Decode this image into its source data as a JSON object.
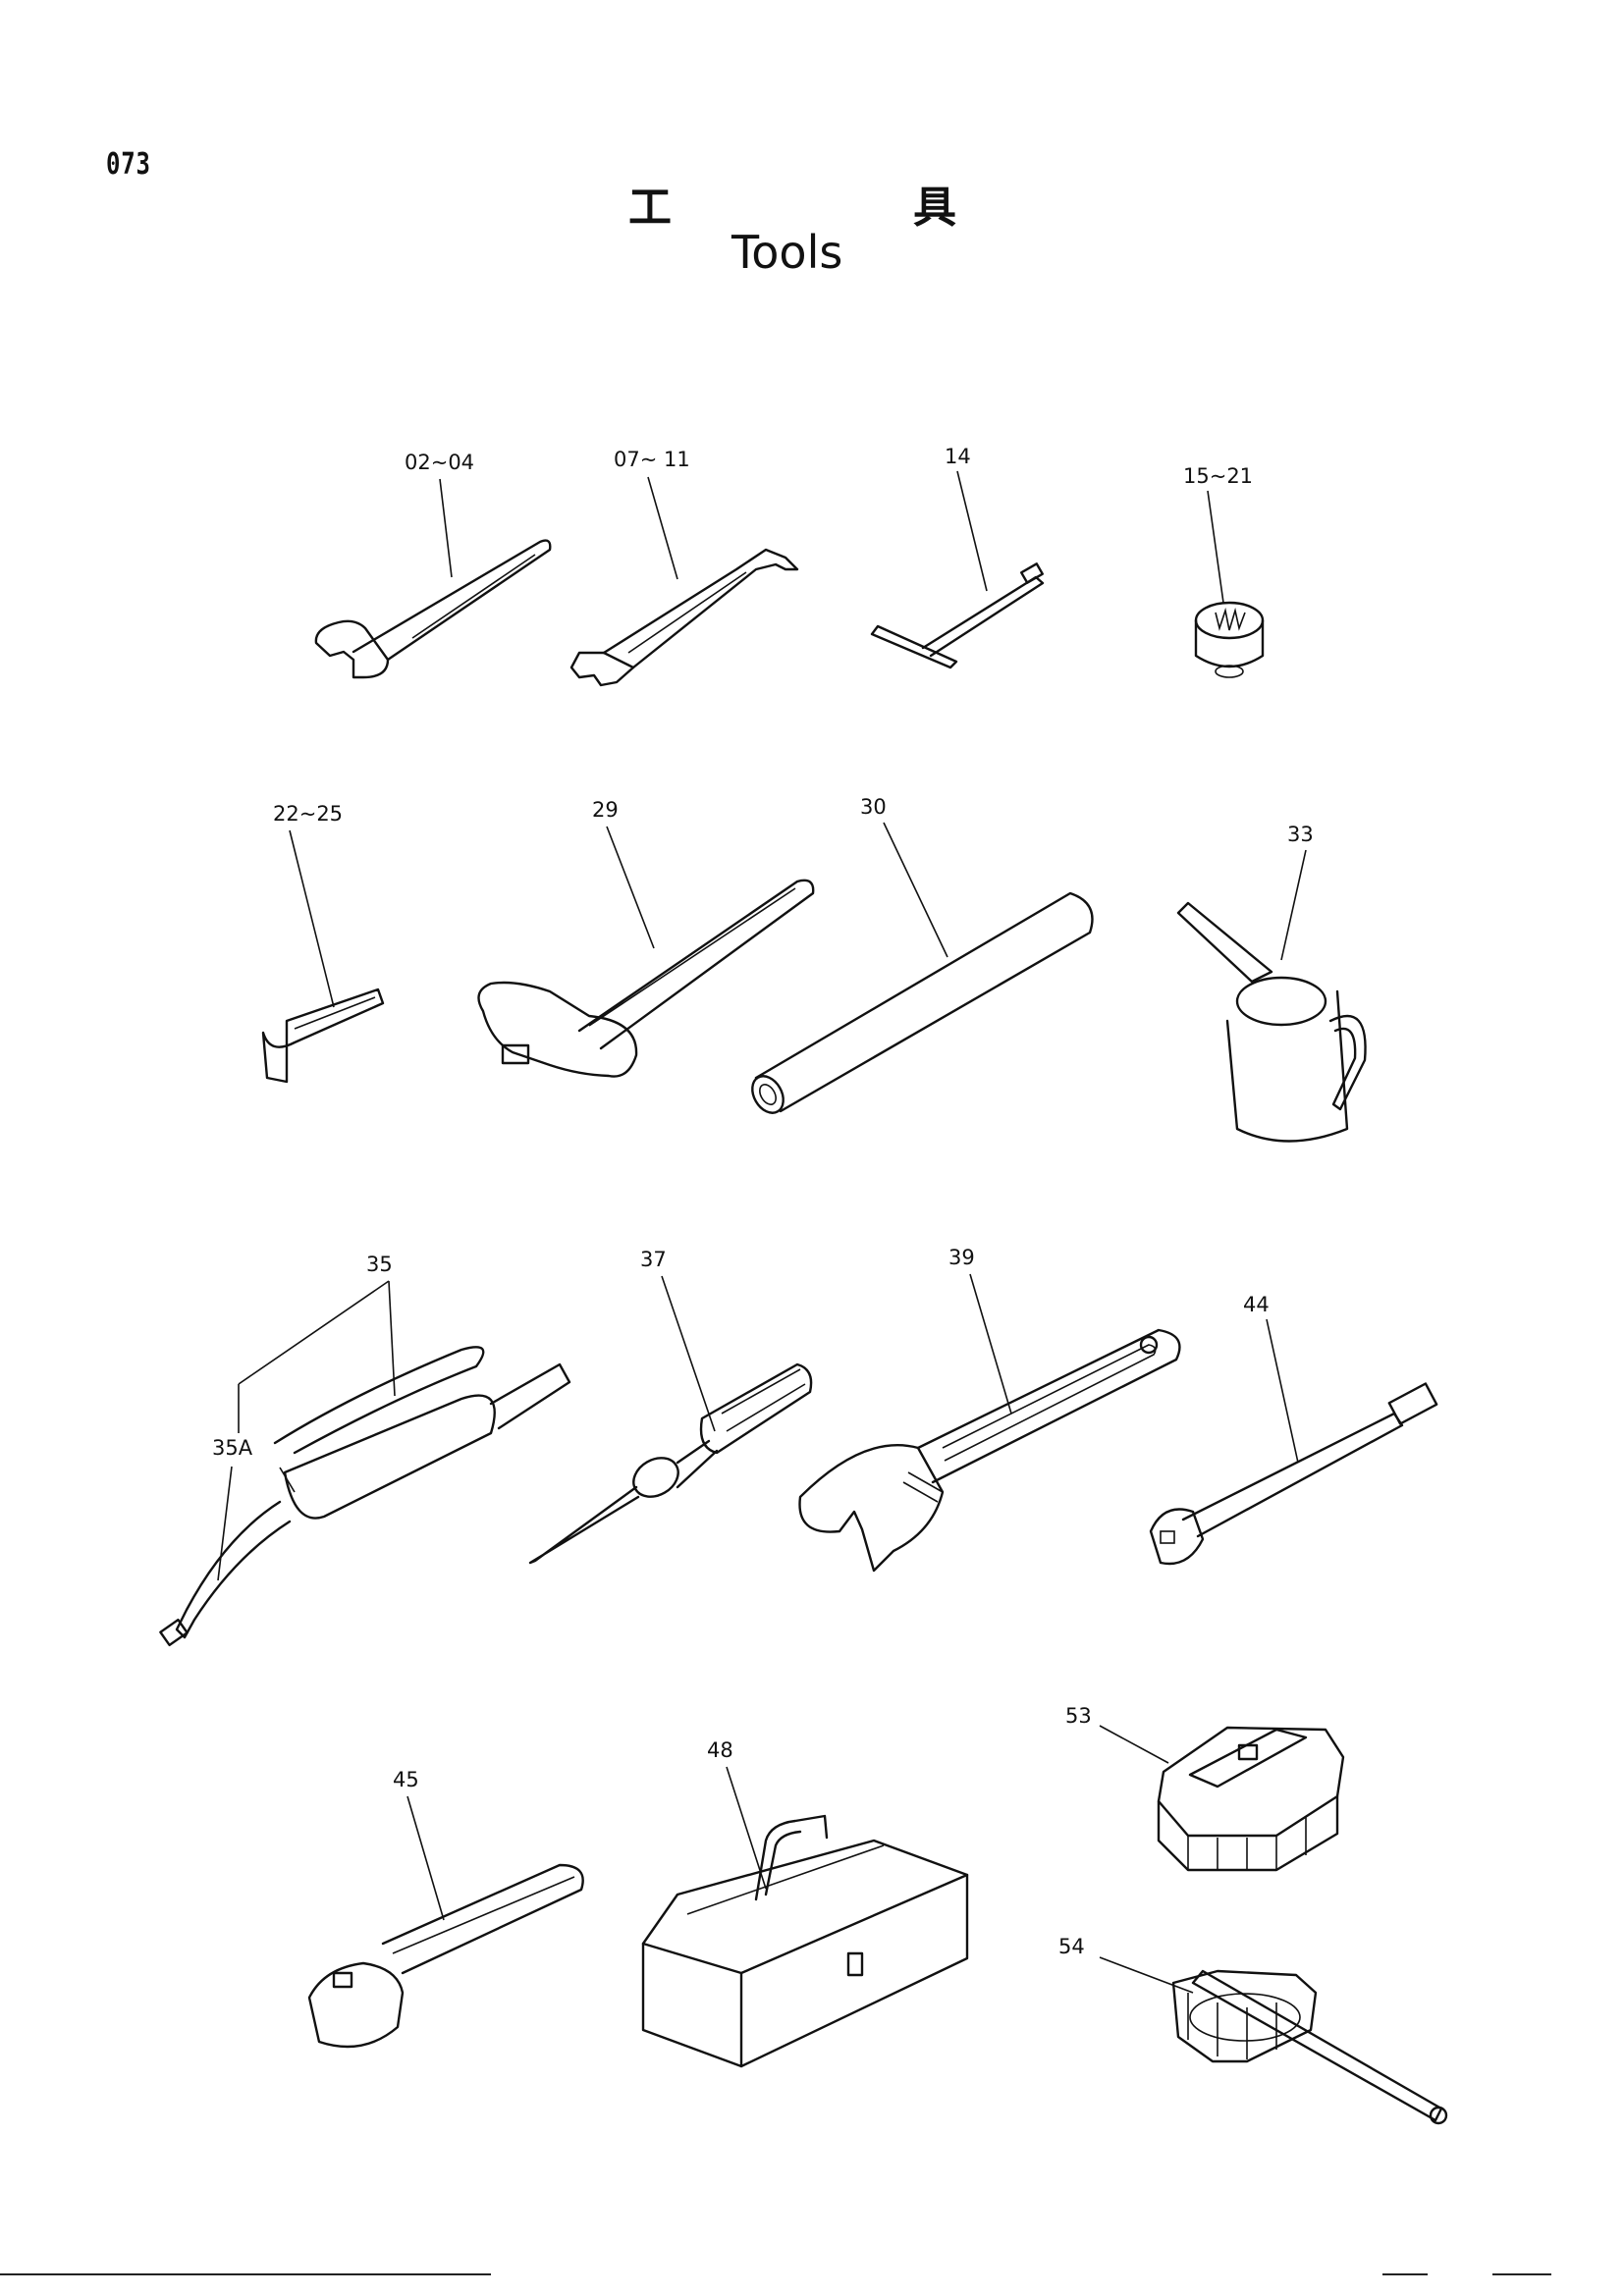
{
  "header": {
    "page_number": "073",
    "title_jp_1": "工",
    "title_jp_2": "具",
    "title_en": "Tools"
  },
  "callouts": {
    "c02": "02~04",
    "c07": "07~ 11",
    "c14": "14",
    "c15": "15~21",
    "c22": "22~25",
    "c29": "29",
    "c30": "30",
    "c33": "33",
    "c35": "35",
    "c35a": "35A",
    "c37": "37",
    "c39": "39",
    "c44": "44",
    "c45": "45",
    "c48": "48",
    "c53": "53",
    "c54": "54"
  },
  "icons": {
    "c02": "open-end-wrench-icon",
    "c07": "double-open-end-wrench-icon",
    "c14": "t-handle-socket-wrench-icon",
    "c15": "socket-icon",
    "c22": "hex-key-icon",
    "c29": "hammer-icon",
    "c30": "pipe-extension-icon",
    "c33": "oil-can-icon",
    "c35": "grease-gun-icon",
    "c37": "screwdriver-icon",
    "c39": "adjustable-wrench-icon",
    "c44": "extension-bar-icon",
    "c45": "ratchet-handle-icon",
    "c48": "tool-box-icon",
    "c53": "filter-wrench-icon",
    "c54": "filter-wrench-bar-icon"
  }
}
